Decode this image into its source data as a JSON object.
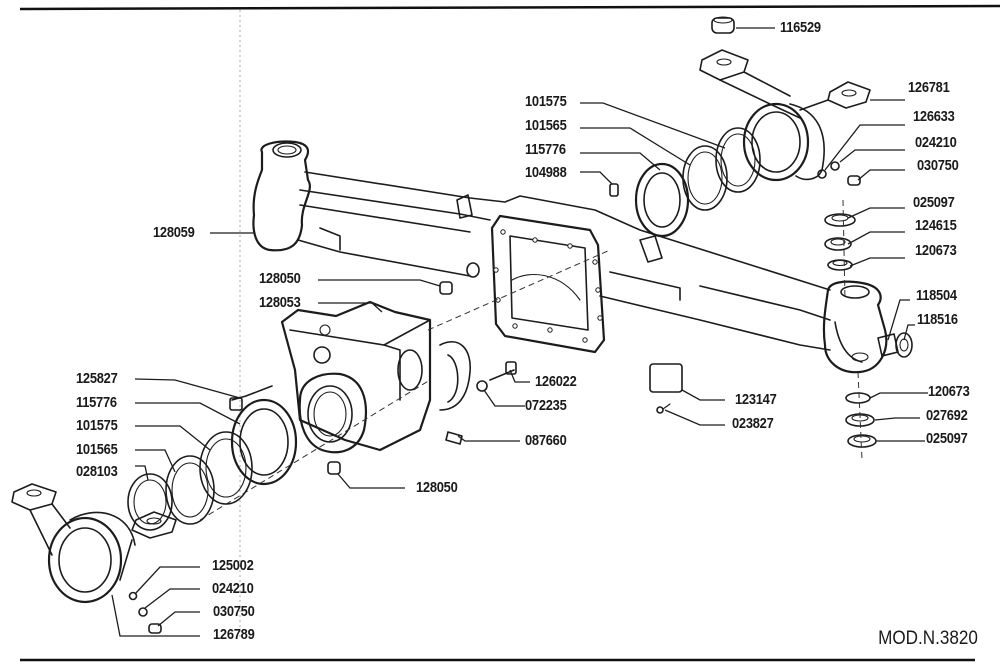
{
  "diagram": {
    "title": "Front axle assembly exploded view",
    "model_code": "MOD.N.3820",
    "parts": {
      "p116529": "116529",
      "p126781": "126781",
      "p126633": "126633",
      "p024210_r": "024210",
      "p030750_r": "030750",
      "p101575_t": "101575",
      "p101565_t": "101565",
      "p115776_t": "115776",
      "p104988": "104988",
      "p025097_t": "025097",
      "p124615": "124615",
      "p120673_t": "120673",
      "p118504": "118504",
      "p118516": "118516",
      "p120673_b": "120673",
      "p027692": "027692",
      "p025097_b": "025097",
      "p128059": "128059",
      "p128050_t": "128050",
      "p128053": "128053",
      "p125827": "125827",
      "p115776_l": "115776",
      "p101575_l": "101575",
      "p101565_l": "101565",
      "p028103": "028103",
      "p126022": "126022",
      "p072235": "072235",
      "p087660": "087660",
      "p128050_b": "128050",
      "p123147": "123147",
      "p023827": "023827",
      "p125002": "125002",
      "p024210_l": "024210",
      "p030750_l": "030750",
      "p126789": "126789"
    }
  }
}
